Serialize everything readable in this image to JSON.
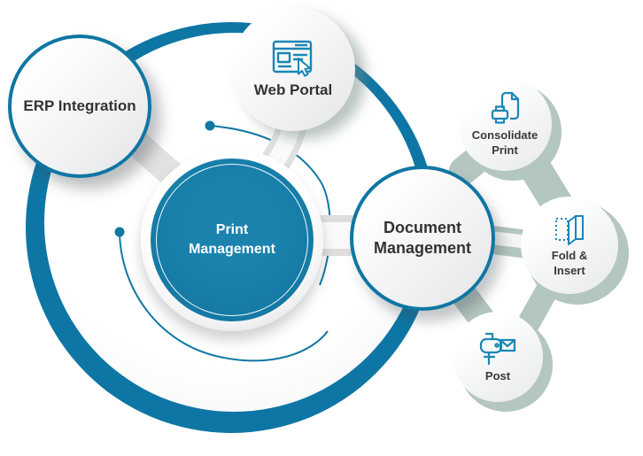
{
  "diagram_title": "Print Management",
  "colors": {
    "primary_teal": "#0f76a3",
    "icon_teal": "#1b86b4",
    "sage_shadow": "#b4c6c1",
    "label_dark": "#333333",
    "center_text": "#ffffff"
  },
  "center": {
    "label": "Print Management"
  },
  "nodes": {
    "erp": {
      "label": "ERP Integration"
    },
    "web_portal": {
      "label": "Web Portal",
      "icon": "browser-cursor-icon"
    },
    "document_management": {
      "label": "Document Management"
    }
  },
  "sub_nodes": {
    "consolidate_print": {
      "label": "Consolidate Print",
      "icon": "printer-icon"
    },
    "fold_insert": {
      "label": "Fold & Insert",
      "icon": "fold-paper-icon"
    },
    "post": {
      "label": "Post",
      "icon": "mailbox-icon"
    }
  }
}
